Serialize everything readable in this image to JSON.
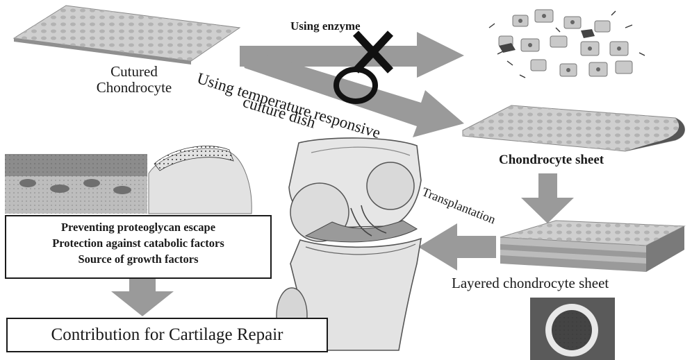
{
  "labels": {
    "cultured": [
      "Cutured",
      "Chondrocyte"
    ],
    "using_enzyme": "Using enzyme",
    "temperature_line1": "Using temperature responsive",
    "temperature_line2": "culture dish",
    "chondrocyte_sheet": "Chondrocyte sheet",
    "transplantation": "Transplantation",
    "layered_sheet": "Layered chondrocyte sheet"
  },
  "benefits": [
    "Preventing proteoglycan escape",
    "Protection against catabolic factors",
    "Source of growth factors"
  ],
  "conclusion": "Contribution for Cartilage Repair",
  "symbols": {
    "enzyme_result": "cross-mark",
    "temperature_result": "circle-mark"
  },
  "colors": {
    "arrow": "#9a9a9a",
    "sheet": "#c9c9c9",
    "text": "#1a1a1a"
  }
}
